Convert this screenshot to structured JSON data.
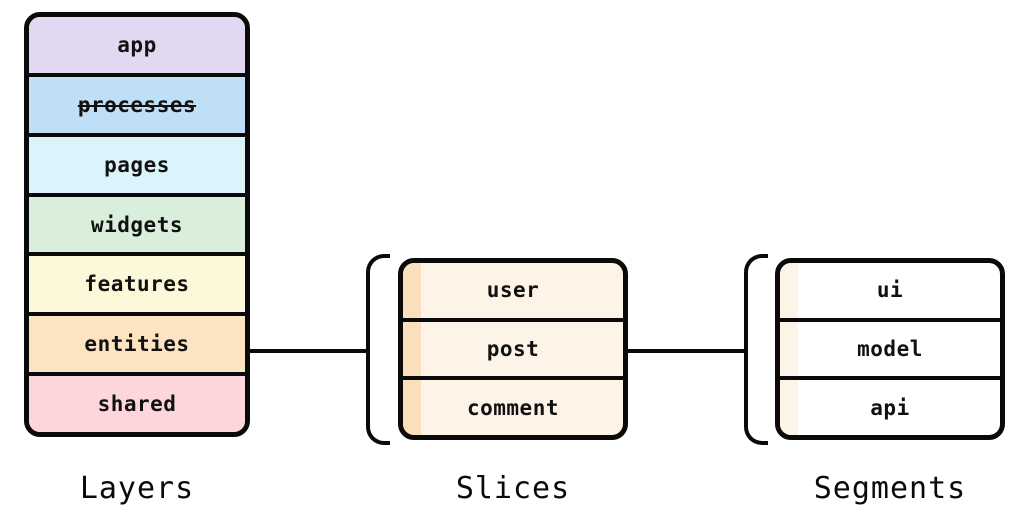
{
  "layers": {
    "caption": "Layers",
    "items": [
      {
        "label": "app",
        "color": "#e3d8f2",
        "strikethrough": false
      },
      {
        "label": "processes",
        "color": "#bfdff7",
        "strikethrough": true
      },
      {
        "label": "pages",
        "color": "#dbf3fb",
        "strikethrough": false
      },
      {
        "label": "widgets",
        "color": "#d9efdc",
        "strikethrough": false
      },
      {
        "label": "features",
        "color": "#fcf8da",
        "strikethrough": false
      },
      {
        "label": "entities",
        "color": "#fce3c1",
        "strikethrough": false
      },
      {
        "label": "shared",
        "color": "#fcd6da",
        "strikethrough": false
      }
    ]
  },
  "slices": {
    "caption": "Slices",
    "body_color": "#fdf3e6",
    "stripe_color": "#fadfbd",
    "items": [
      {
        "label": "user"
      },
      {
        "label": "post"
      },
      {
        "label": "comment"
      }
    ]
  },
  "segments": {
    "caption": "Segments",
    "body_color": "#ffffff",
    "stripe_color": "#fdf4e8",
    "items": [
      {
        "label": "ui"
      },
      {
        "label": "model"
      },
      {
        "label": "api"
      }
    ]
  },
  "colors": {
    "border": "#0a0a0a",
    "background": "#ffffff",
    "connector": "#0a0a0a"
  }
}
